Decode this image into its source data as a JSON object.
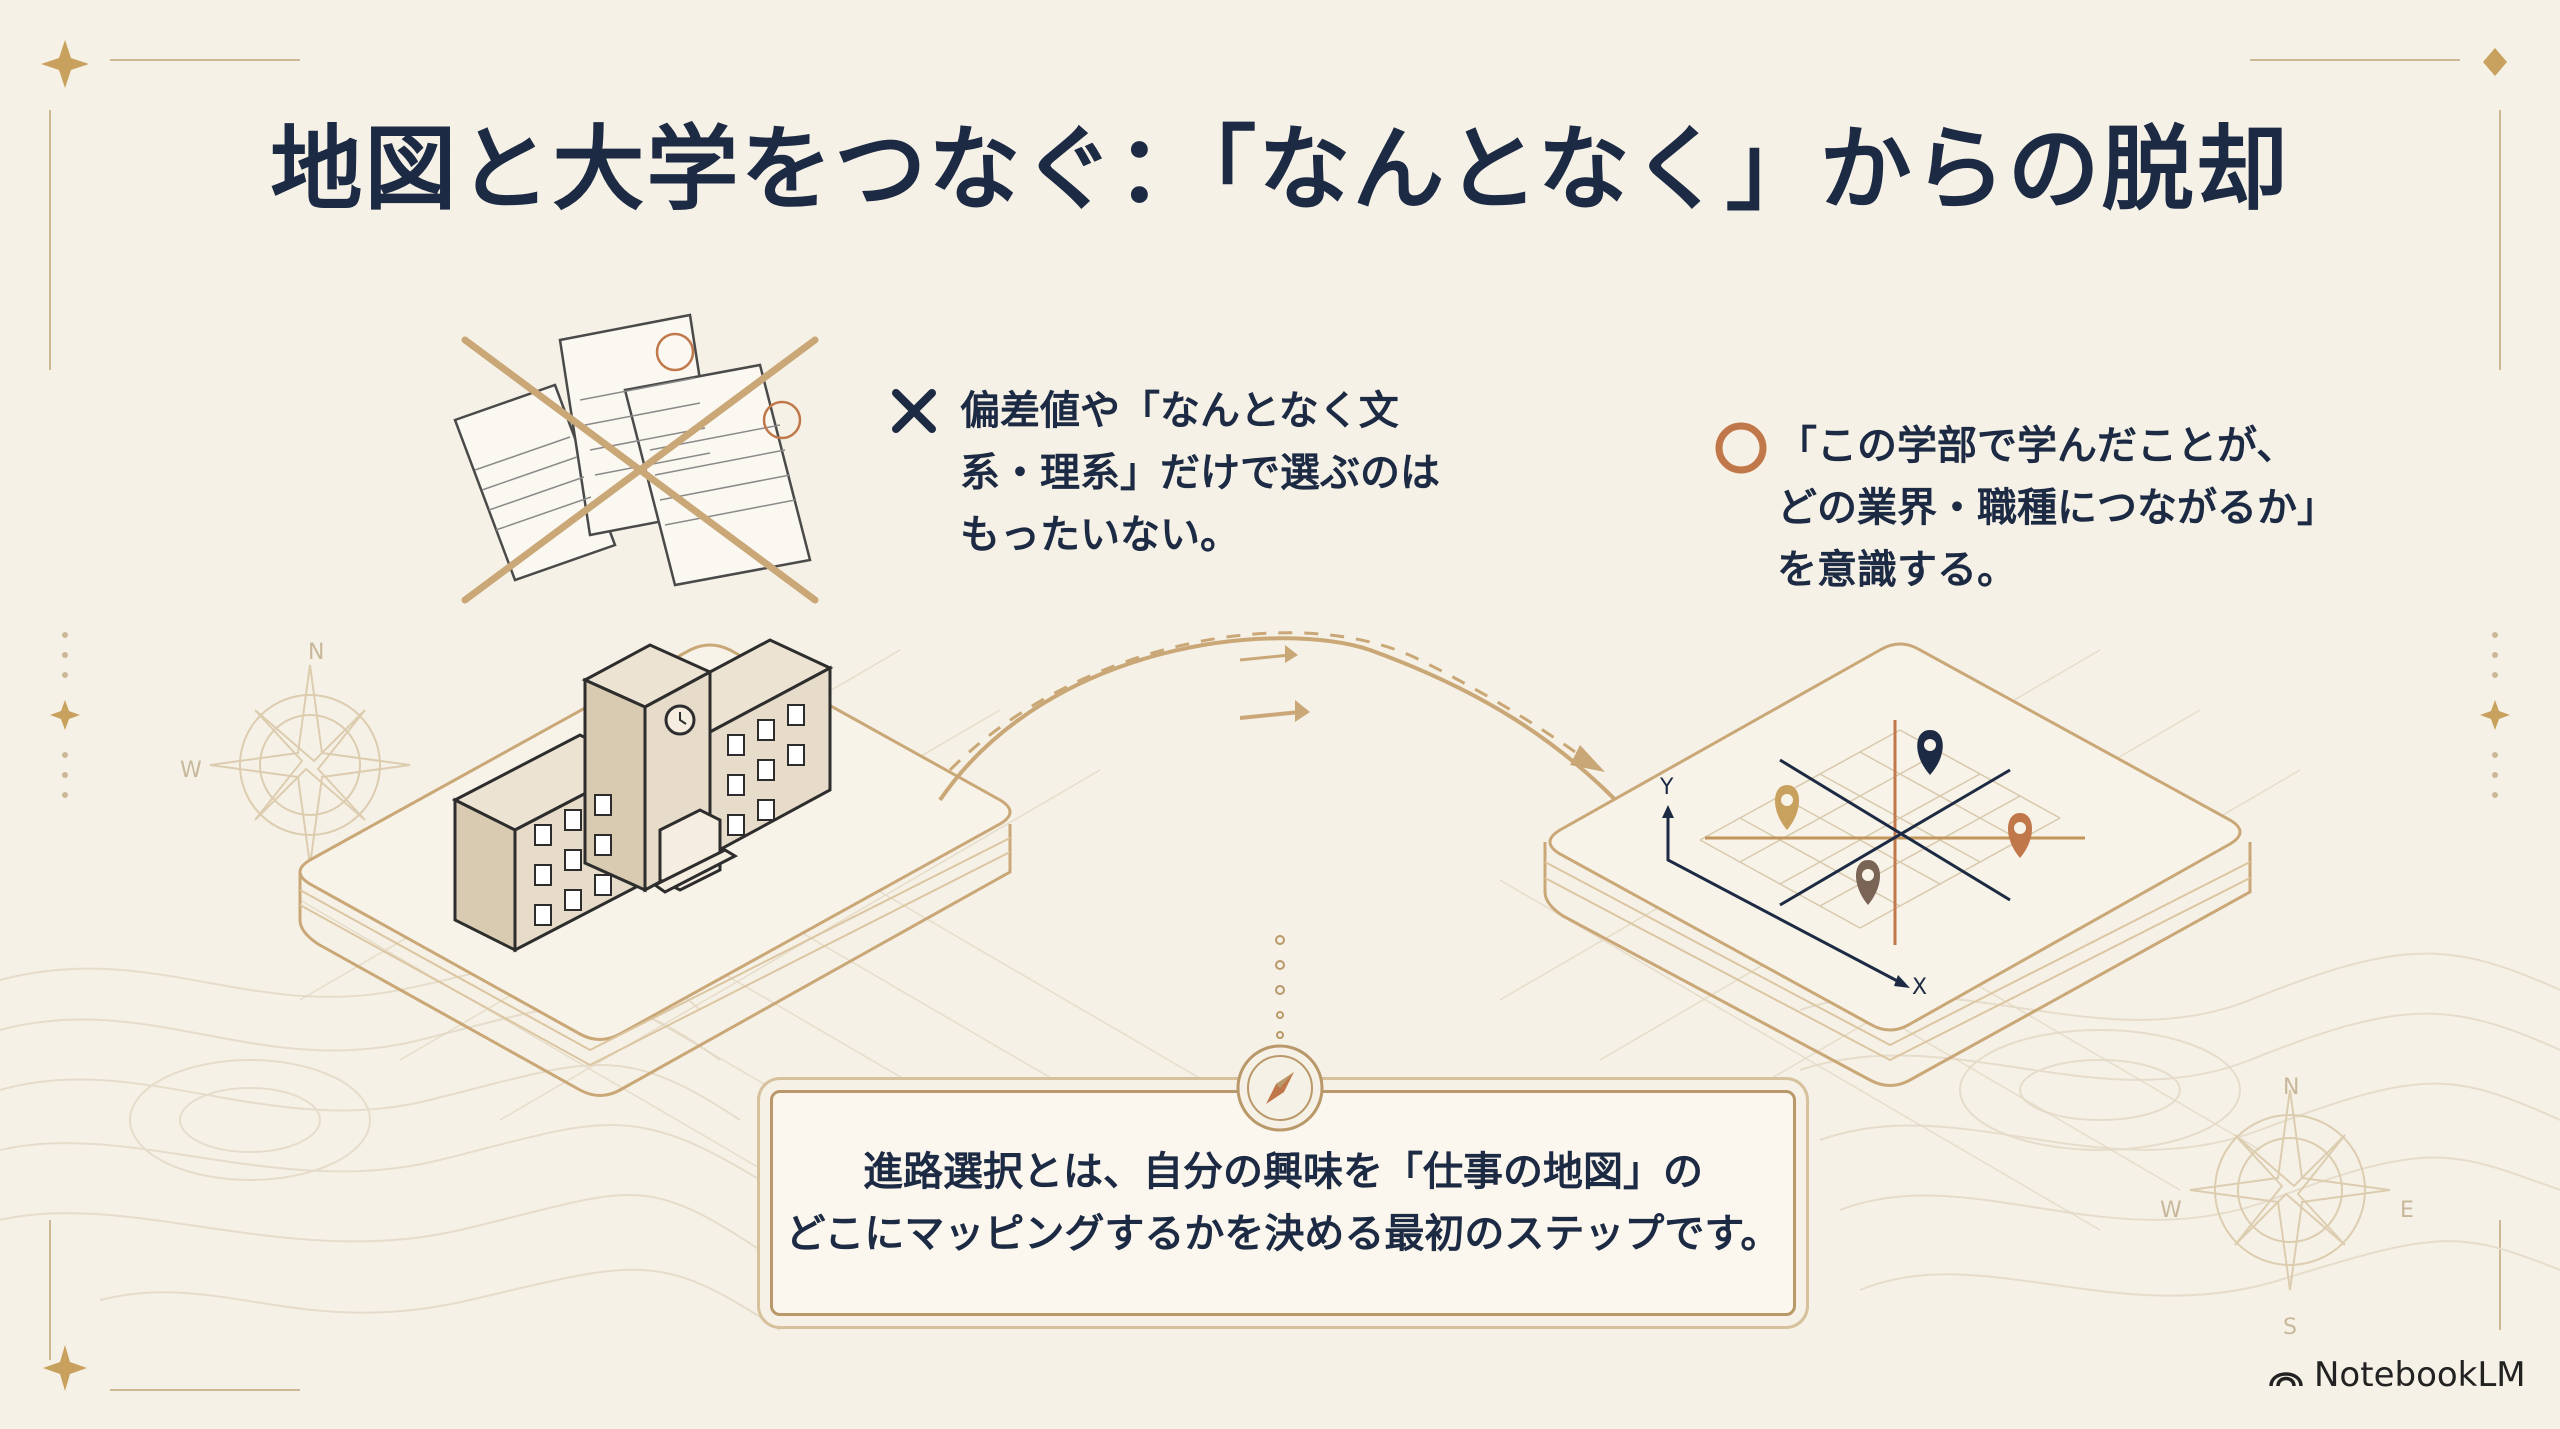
{
  "title": "地図と大学をつなぐ：「なんとなく」からの脱却",
  "left_note": {
    "mark_icon": "cross-icon",
    "lines": [
      "偏差値や「なんとなく文",
      "系・理系」だけで選ぶのは",
      "もったいない。"
    ]
  },
  "right_note": {
    "mark_icon": "circle-icon",
    "lines": [
      "「この学部で学んだことが、",
      "どの業界・職種につながるか」",
      "を意識する。"
    ]
  },
  "caption": {
    "lines": [
      "進路選択とは、自分の興味を「仕事の地図」の",
      "どこにマッピングするかを決める最初のステップです。"
    ]
  },
  "map_axes": {
    "x_label": "X",
    "y_label": "Y"
  },
  "compass_labels": {
    "north": "N",
    "west": "W",
    "east": "E",
    "south": "S"
  },
  "brand": "NotebookLM",
  "colors": {
    "background": "#f6f1e6",
    "navy": "#1c2a44",
    "gold": "#b9986a",
    "copper": "#c0784a",
    "pin_navy": "#1c2a44",
    "pin_gold": "#c9a15e",
    "pin_copper": "#c0784a",
    "pin_brown": "#7a6456"
  }
}
